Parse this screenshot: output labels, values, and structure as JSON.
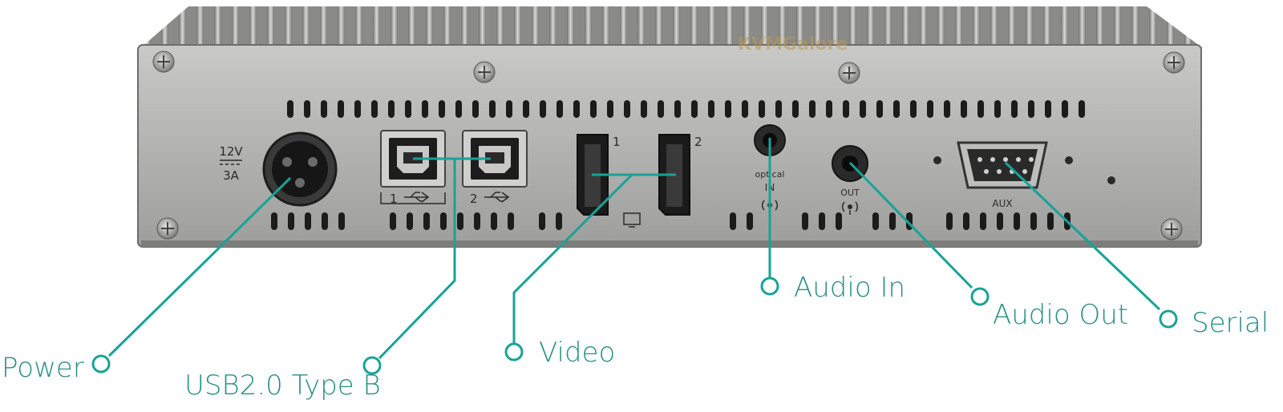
{
  "brand_watermark": "KVMGalore",
  "panel": {
    "power_rating_top": "12V",
    "power_rating_bottom": "3A",
    "usb_port_1": "1",
    "usb_port_2": "2",
    "video_port_1": "1",
    "video_port_2": "2",
    "audio_in_top": "optical",
    "audio_in_bottom": "IN",
    "audio_out_label": "OUT",
    "serial_label": "AUX"
  },
  "callouts": {
    "power": "Power",
    "usb": "USB2.0 Type B",
    "video": "Video",
    "audio_in": "Audio In",
    "audio_out": "Audio Out",
    "serial": "Serial"
  },
  "colors": {
    "callout": "#17a397",
    "callout_text": "#2a8f86",
    "panel": "#a9a9a7"
  }
}
